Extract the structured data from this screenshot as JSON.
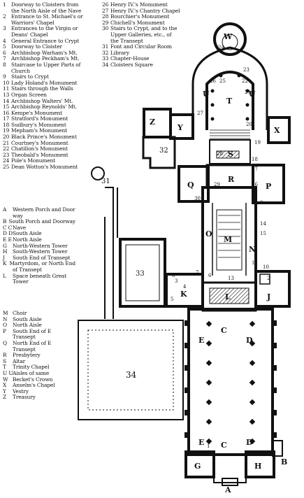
{
  "legend_numbers_left": [
    {
      "n": "1",
      "t": "Doorway to Cloisters from"
    },
    {
      "n": "",
      "t": "the North Aisle of the Nave"
    },
    {
      "n": "2",
      "t": "Entrance to St. Michael's or"
    },
    {
      "n": "",
      "t": "Warriors' Chapel"
    },
    {
      "n": "3",
      "t": "Entrances to the Virgin or"
    },
    {
      "n": "",
      "t": "Deans' Chapel"
    },
    {
      "n": "4",
      "t": "General Entrance to Crypt"
    },
    {
      "n": "5",
      "t": "Doorway to Cloister"
    },
    {
      "n": "6",
      "t": "Archbishop Warham's Mt."
    },
    {
      "n": "7",
      "t": "Archbishop Peckham's Mt."
    },
    {
      "n": "8",
      "t": "Staircase to Upper Parts of"
    },
    {
      "n": "",
      "t": "Church"
    },
    {
      "n": "9",
      "t": "Stairs to Crypt"
    },
    {
      "n": "10",
      "t": "Lady Holand's Monument"
    },
    {
      "n": "11",
      "t": "Stairs through the Walls"
    },
    {
      "n": "13",
      "t": "Organ Screen"
    },
    {
      "n": "14",
      "t": "Archbishop Walters' Mt."
    },
    {
      "n": "15",
      "t": "Archbishop Reynolds' Mt."
    },
    {
      "n": "16",
      "t": "Kempe's Monument"
    },
    {
      "n": "17",
      "t": "Stratford's Monument"
    },
    {
      "n": "18",
      "t": "Sudbury's Monument"
    },
    {
      "n": "19",
      "t": "Mepham's Monument"
    },
    {
      "n": "20",
      "t": "Black Prince's Monument"
    },
    {
      "n": "21",
      "t": "Courtney's Monument"
    },
    {
      "n": "22",
      "t": "Chatillon's Monument"
    },
    {
      "n": "23",
      "t": "Theobald's Monument"
    },
    {
      "n": "24",
      "t": "Pole's Monument"
    },
    {
      "n": "25",
      "t": "Dean Wotton's Monument"
    }
  ],
  "legend_numbers_right": [
    {
      "n": "26",
      "t": "Henry IV.'s Monument"
    },
    {
      "n": "27",
      "t": "Henry IV.'s Chantry Chapel"
    },
    {
      "n": "28",
      "t": "Bourchier's Monument"
    },
    {
      "n": "29",
      "t": "Chichell's Monument"
    },
    {
      "n": "30",
      "t": "Stairs to Crypt, and to the"
    },
    {
      "n": "",
      "t": "Upper Galleries, etc., of"
    },
    {
      "n": "",
      "t": "the Transept"
    },
    {
      "n": "31",
      "t": "Font and Circular Room"
    },
    {
      "n": "32",
      "t": "Library"
    },
    {
      "n": "33",
      "t": "Chapter-House"
    },
    {
      "n": "34",
      "t": "Cloisters Square"
    }
  ],
  "legend_letters": [
    {
      "n": "A",
      "t": "Western Porch and Door"
    },
    {
      "n": "",
      "t": "way"
    },
    {
      "n": "B",
      "t": "South Porch and Doorway"
    },
    {
      "n": "C C",
      "t": "Nave"
    },
    {
      "n": "D D",
      "t": "South Aisle"
    },
    {
      "n": "E E",
      "t": "North Aisle"
    },
    {
      "n": "G",
      "t": "North-Western Tower"
    },
    {
      "n": "H",
      "t": "South-Western Tower"
    },
    {
      "n": "J",
      "t": "South End of Transept"
    },
    {
      "n": "K",
      "t": "Martyrdom, or North End"
    },
    {
      "n": "",
      "t": "of Transept"
    },
    {
      "n": "L",
      "t": "Space beneath Great"
    },
    {
      "n": "",
      "t": "Tower"
    }
  ],
  "legend_letters_2": [
    {
      "n": "M",
      "t": "Choir"
    },
    {
      "n": "N",
      "t": "South Aisle"
    },
    {
      "n": "O",
      "t": "North Aisle"
    },
    {
      "n": "P",
      "t": "South End of E"
    },
    {
      "n": "",
      "t": "Transept"
    },
    {
      "n": "Q",
      "t": "North End of E"
    },
    {
      "n": "",
      "t": "Transept"
    },
    {
      "n": "R",
      "t": "Presbytery"
    },
    {
      "n": "S",
      "t": "Altar"
    },
    {
      "n": "T",
      "t": "Trinity Chapel"
    },
    {
      "n": "U U",
      "t": "Aisles of same"
    },
    {
      "n": "W",
      "t": "Becket's Crown"
    },
    {
      "n": "X",
      "t": "Anselm's Chapel"
    },
    {
      "n": "Y",
      "t": "Vestry"
    },
    {
      "n": "Z",
      "t": "Treasury"
    }
  ],
  "plan_labels": {
    "A": "A",
    "B": "B",
    "C": "C",
    "D": "D",
    "E": "E",
    "G": "G",
    "H": "H",
    "J": "J",
    "K": "K",
    "L": "L",
    "M": "M",
    "N": "N",
    "O": "O",
    "P": "P",
    "Q": "Q",
    "R": "R",
    "S": "S",
    "T": "T",
    "U": "U",
    "W": "W",
    "X": "X",
    "Y": "Y",
    "Z": "Z",
    "n1": "1",
    "n2": "2",
    "n3": "3",
    "n4": "4",
    "n5": "5",
    "n6": "6",
    "n7": "7",
    "n8": "8",
    "n9": "9",
    "n10": "10",
    "n11": "11",
    "n13": "13",
    "n14": "14",
    "n15": "15",
    "n16": "16",
    "n17": "17",
    "n18": "18",
    "n19": "19",
    "n20": "20",
    "n21": "21",
    "n22": "22",
    "n23": "23",
    "n24": "24",
    "n25": "25",
    "n26": "26",
    "n27": "27",
    "n28": "28",
    "n29": "29",
    "n30": "30",
    "n31": "31",
    "n32": "32",
    "n33": "33",
    "n34": "34"
  }
}
